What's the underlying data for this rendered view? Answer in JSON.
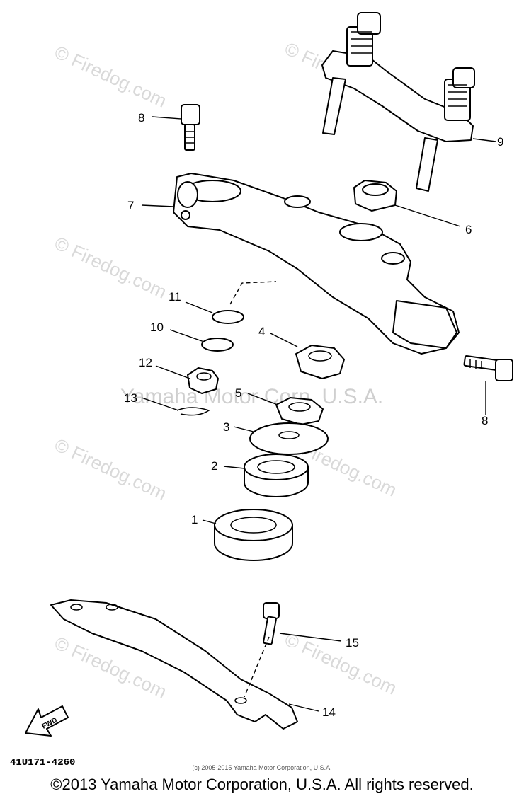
{
  "watermark": {
    "short": "© Firedog.com",
    "long": "Yamaha Motor Corp, U.S.A."
  },
  "callouts": [
    "1",
    "2",
    "3",
    "4",
    "5",
    "6",
    "7",
    "8",
    "8",
    "9",
    "10",
    "11",
    "12",
    "13",
    "14",
    "15"
  ],
  "fwd_label": "FWD",
  "diagram_code": "41U171-4260",
  "small_copyright": "(c) 2005-2015 Yamaha Motor Corporation, U.S.A.",
  "footer": "©2013 Yamaha Motor Corporation, U.S.A. All rights reserved."
}
